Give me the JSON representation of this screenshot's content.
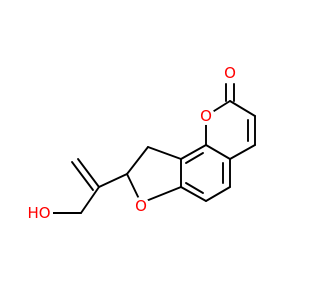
{
  "diagram": {
    "type": "chemical-structure",
    "colors": {
      "bond": "#000000",
      "oxygen": "#ff0000",
      "background": "#ffffff"
    },
    "atoms": {
      "carbonyl_oxygen": "O",
      "ring_oxygen_pyranone": "O",
      "ring_oxygen_furan": "O",
      "hydroxyl_group": "HO"
    }
  }
}
